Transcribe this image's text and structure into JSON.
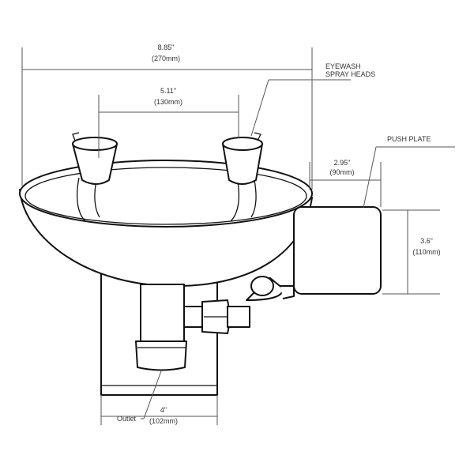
{
  "dimensions": {
    "overall_width": {
      "in": "8.85\"",
      "mm": "(270mm)"
    },
    "spray_head_spacing": {
      "in": "5.11\"",
      "mm": "(130mm)"
    },
    "push_plate_depth": {
      "in": "2.95\"",
      "mm": "(90mm)"
    },
    "push_plate_height": {
      "in": "3.6\"",
      "mm": "(110mm)"
    },
    "base_width": {
      "in": "4\"",
      "mm": "(102mm)"
    }
  },
  "labels": {
    "eyewash_line1": "EYEWASH",
    "eyewash_line2": "SPRAY HEADS",
    "push_plate": "PUSH PLATE",
    "outlet": "Outlet"
  }
}
